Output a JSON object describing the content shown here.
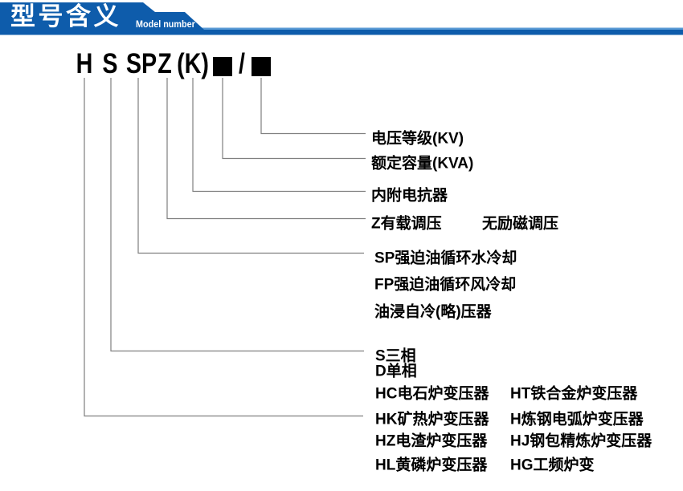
{
  "header": {
    "title": "型号含义",
    "subtitle": "Model number",
    "colors": {
      "bar": "#0e5cab",
      "bar_light": "#5b9bd5"
    }
  },
  "code": {
    "segments": [
      "H",
      "S",
      "SP",
      "Z",
      "(K)"
    ],
    "slash": "/",
    "placeholders": [
      "■",
      "■"
    ]
  },
  "legend": [
    {
      "label": "电压等级(KV)"
    },
    {
      "label": "额定容量(KVA)"
    },
    {
      "label": "内附电抗器"
    },
    {
      "label": "Z有载调压",
      "label2": "无励磁调压"
    },
    {
      "label": "SP强迫油循环水冷却"
    },
    {
      "label": "FP强迫油循环风冷却"
    },
    {
      "label": "油浸自冷(略)压器"
    },
    {
      "label": "S三相"
    },
    {
      "label": "D单相"
    },
    {
      "label": "HC电石炉变压器",
      "label2": "HT铁合金炉变压器"
    },
    {
      "label": "HK矿热炉变压器",
      "label2": "H炼钢电弧炉变压器"
    },
    {
      "label": "HZ电渣炉变压器",
      "label2": "HJ钢包精炼炉变压器"
    },
    {
      "label": "HL黄磷炉变压器",
      "label2": "HG工频炉变"
    }
  ]
}
